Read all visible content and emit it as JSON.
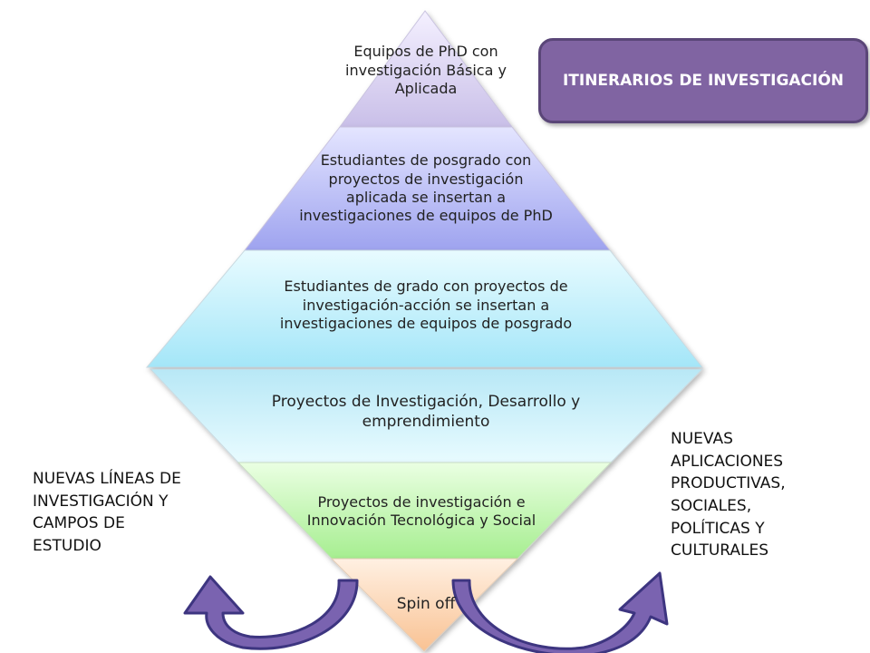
{
  "title_box": "ITINERARIOS DE INVESTIGACIÓN",
  "tiers": [
    {
      "text": "Equipos de PhD con investigación Básica y Aplicada",
      "color": "#d9cff0"
    },
    {
      "text": "Estudiantes de posgrado con proyectos de investigación aplicada  se insertan a investigaciones de equipos de PhD",
      "color": "#b4b7f0"
    },
    {
      "text": "Estudiantes de grado  con proyectos de investigación-acción se insertan a investigaciones de equipos de posgrado",
      "color": "#bfeefb"
    },
    {
      "text": "Proyectos de Investigación, Desarrollo y emprendimiento",
      "color": "#c6f0fa"
    },
    {
      "text": "Proyectos de investigación e Innovación Tecnológica y Social",
      "color": "#b8f0a8"
    },
    {
      "text": "Spin off",
      "color": "#fbd3b0"
    }
  ],
  "left_label": "NUEVAS LÍNEAS DE\nINVESTIGACIÓN Y\nCAMPOS DE\nESTUDIO",
  "right_label": "NUEVAS\nAPLICACIONES\nPRODUCTIVAS,\nSOCIALES,\nPOLÍTICAS Y\nCULTURALES",
  "colors": {
    "title_fill": "#8064a2",
    "arrow_fill": "#7a63b0",
    "arrow_stroke": "#3d3580"
  }
}
